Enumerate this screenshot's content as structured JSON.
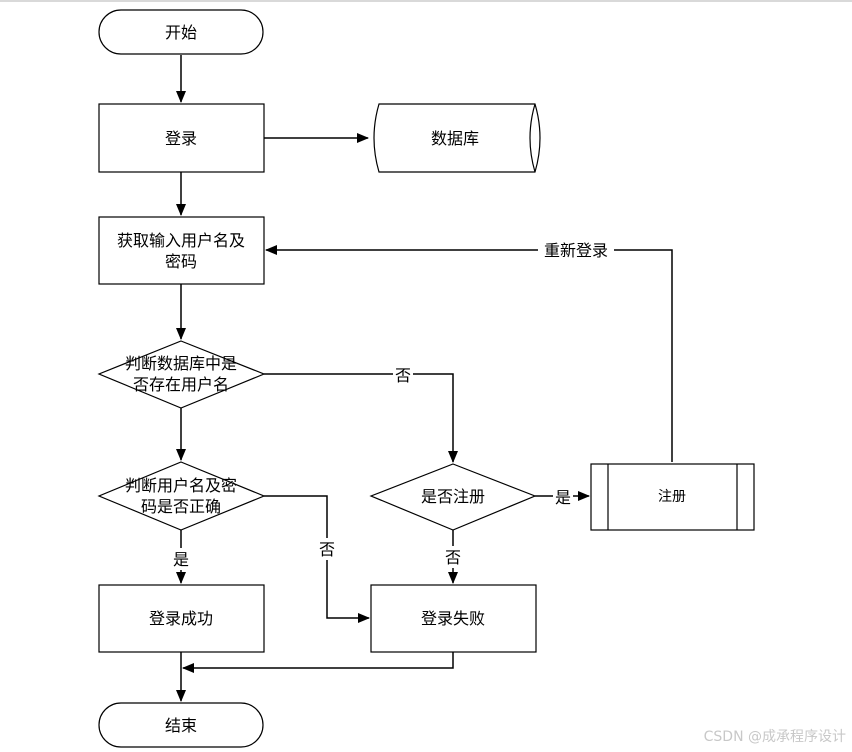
{
  "nodes": {
    "start": "开始",
    "login": "登录",
    "database": "数据库",
    "get_input_line1": "获取输入用户名及",
    "get_input_line2": "密码",
    "check_user_line1": "判断数据库中是",
    "check_user_line2": "否存在用户名",
    "check_pass_line1": "判断用户名及密",
    "check_pass_line2": "码是否正确",
    "is_register": "是否注册",
    "register": "注册",
    "login_success": "登录成功",
    "login_fail": "登录失败",
    "end": "结束"
  },
  "edge_labels": {
    "relogin": "重新登录",
    "no_user": "否",
    "pass_wrong": "否",
    "pass_ok": "是",
    "register_yes": "是",
    "register_no": "否"
  },
  "watermark": "CSDN @成承程序设计"
}
